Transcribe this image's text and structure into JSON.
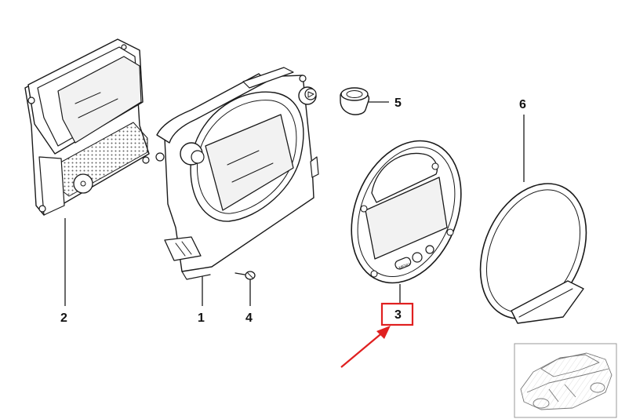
{
  "parts": [
    {
      "id": "p1",
      "label": "1"
    },
    {
      "id": "p2",
      "label": "2"
    },
    {
      "id": "p3",
      "label": "3"
    },
    {
      "id": "p4",
      "label": "4"
    },
    {
      "id": "p5",
      "label": "5"
    },
    {
      "id": "p6",
      "label": "6"
    }
  ],
  "highlight": {
    "part": "3",
    "box_color": "#e02020",
    "arrow_color": "#e02020"
  },
  "button_labels": {
    "menu": "MENU"
  },
  "colors": {
    "line": "#1a1a1a",
    "background": "#ffffff",
    "accent": "#e02020"
  }
}
